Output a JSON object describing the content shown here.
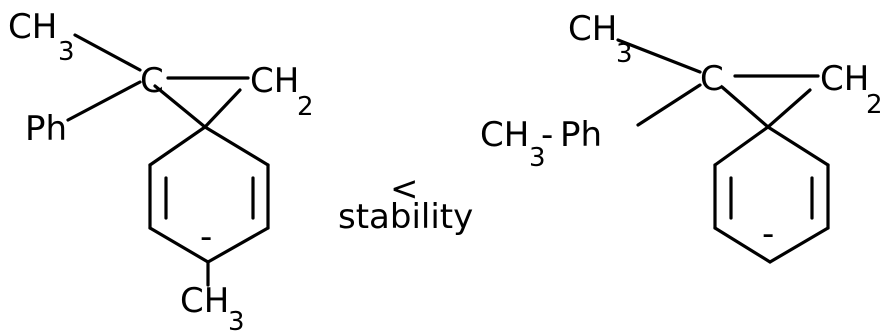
{
  "left": {
    "ch3_top": "CH",
    "ch3_top_sub": "3",
    "c_center": "C",
    "ch2_right": "CH",
    "ch2_right_sub": "2",
    "ph_label": "Ph",
    "charge": "-",
    "ch3_bottom": "CH",
    "ch3_bottom_sub": "3"
  },
  "middle": {
    "symbol": "<",
    "word": "stability"
  },
  "right": {
    "ch3_top": "CH",
    "ch3_top_sub": "3",
    "c_center": "C",
    "ch2_right": "CH",
    "ch2_right_sub": "2",
    "ch3ph_label_prefix": "CH",
    "ch3ph_sub": "3",
    "ch3ph_dash": "-",
    "ch3ph_ph": "Ph",
    "charge": "-"
  }
}
